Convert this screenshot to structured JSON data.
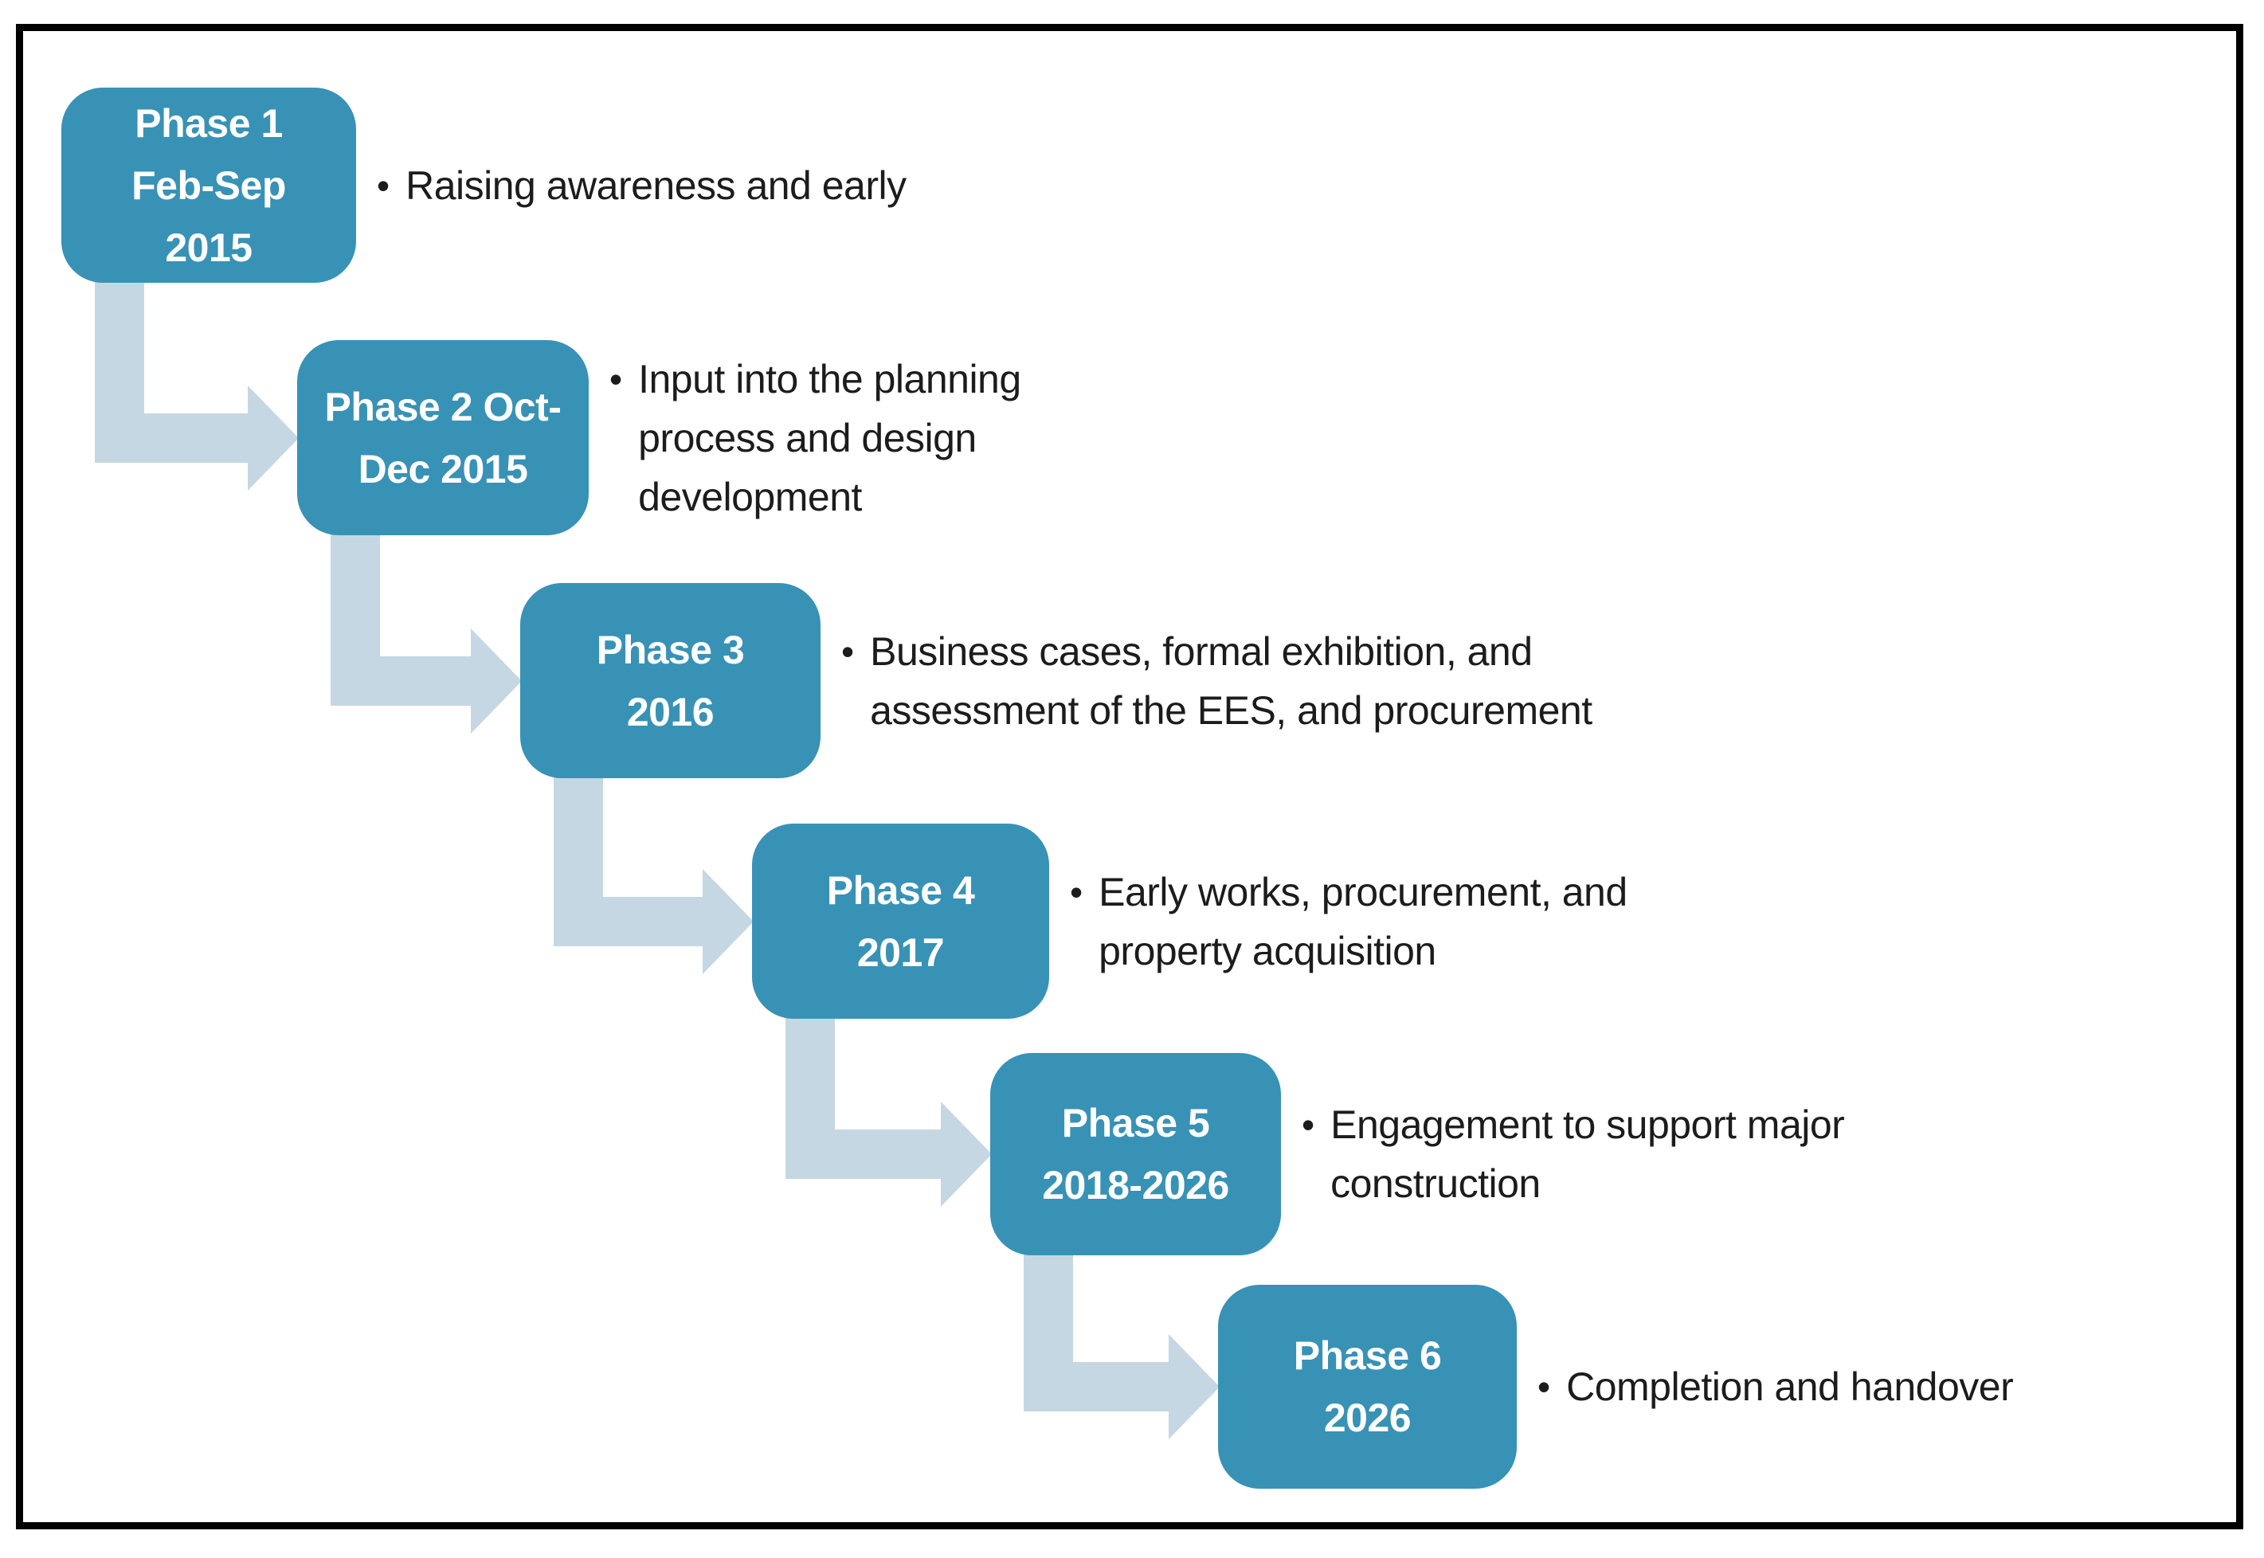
{
  "diagram": {
    "bullet_char": "•",
    "phases": [
      {
        "label_lines": [
          "Phase 1",
          "Feb-Sep",
          "2015"
        ],
        "bullet_lines": [
          "Raising awareness and early"
        ]
      },
      {
        "label_lines": [
          "Phase 2 Oct-",
          "Dec 2015"
        ],
        "bullet_lines": [
          "Input into the planning",
          "process and design",
          "development"
        ]
      },
      {
        "label_lines": [
          "Phase 3",
          "2016"
        ],
        "bullet_lines": [
          "Business cases, formal exhibition, and",
          "assessment of the EES, and procurement"
        ]
      },
      {
        "label_lines": [
          "Phase 4",
          "2017"
        ],
        "bullet_lines": [
          "Early works, procurement, and",
          "property acquisition"
        ]
      },
      {
        "label_lines": [
          "Phase 5",
          "2018-2026"
        ],
        "bullet_lines": [
          "Engagement to support major",
          "construction"
        ]
      },
      {
        "label_lines": [
          "Phase 6",
          "2026"
        ],
        "bullet_lines": [
          "Completion and handover"
        ]
      }
    ],
    "colors": {
      "box": "#3892b5",
      "arrow": "#c5d7e3",
      "label": "#ffffff",
      "text": "#1c1c1c",
      "border": "#000000",
      "background": "#ffffff"
    }
  }
}
